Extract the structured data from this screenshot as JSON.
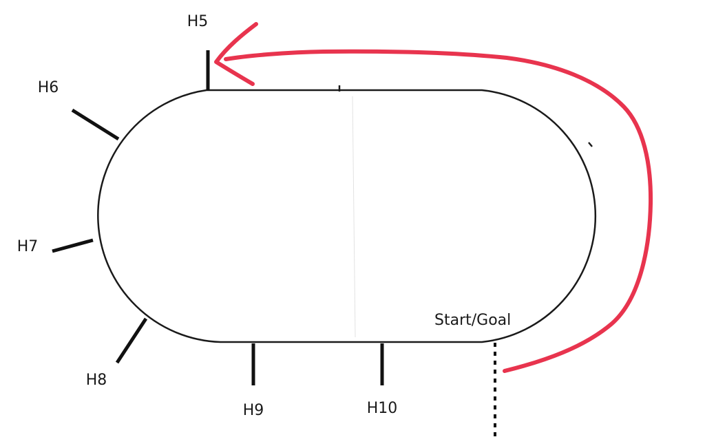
{
  "track": {
    "markers": [
      {
        "label": "H5"
      },
      {
        "label": "H6"
      },
      {
        "label": "H7"
      },
      {
        "label": "H8"
      },
      {
        "label": "H9"
      },
      {
        "label": "H10"
      }
    ],
    "start_goal": {
      "label": "Start/Goal"
    }
  },
  "colors": {
    "track": "#1a1a1a",
    "arrow": "#e8344e",
    "background": "#ffffff"
  }
}
